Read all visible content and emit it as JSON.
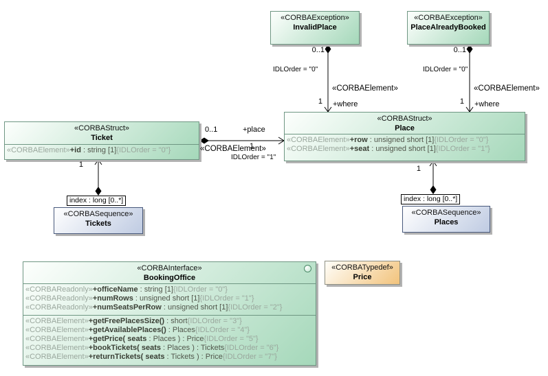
{
  "colors": {
    "class_fill_top": "#fdfffd",
    "class_fill_bottom": "#a5d8ba",
    "class_border": "#6e9682",
    "sequence_fill_bottom": "#bfcbe2",
    "sequence_border": "#47587b",
    "typedef_fill_bottom": "#f2c37c",
    "typedef_border": "#8f9083",
    "member_text": "#51564b",
    "stereotype_text": "#9aa79d",
    "shadow": "#b2b2b2"
  },
  "boxes": {
    "invalid_place": {
      "stereotype": "«CORBAException»",
      "name": "InvalidPlace"
    },
    "place_already_booked": {
      "stereotype": "«CORBAException»",
      "name": "PlaceAlreadyBooked"
    },
    "ticket": {
      "stereotype": "«CORBAStruct»",
      "name": "Ticket",
      "attributes": [
        {
          "st": "«CORBAElement»",
          "bold": "+id",
          "rest": " : string [1]",
          "tail": "{IDLOrder = \"0\"}"
        }
      ]
    },
    "place": {
      "stereotype": "«CORBAStruct»",
      "name": "Place",
      "attributes": [
        {
          "st": "«CORBAElement»",
          "bold": "+row",
          "rest": " : unsigned short [1]",
          "tail": "{IDLOrder = \"0\"}"
        },
        {
          "st": "«CORBAElement»",
          "bold": "+seat",
          "rest": " : unsigned short [1]",
          "tail": "{IDLOrder = \"1\"}"
        }
      ]
    },
    "tickets": {
      "stereotype": "«CORBASequence»",
      "name": "Tickets"
    },
    "places": {
      "stereotype": "«CORBASequence»",
      "name": "Places"
    },
    "booking_office": {
      "stereotype": "«CORBAInterface»",
      "name": "BookingOffice",
      "attributes": [
        {
          "st": "«CORBAReadonly»",
          "bold": "+officeName",
          "rest": " : string [1]",
          "tail": "{IDLOrder = \"0\"}"
        },
        {
          "st": "«CORBAReadonly»",
          "bold": "+numRows",
          "rest": " : unsigned short [1]",
          "tail": "{IDLOrder = \"1\"}"
        },
        {
          "st": "«CORBAReadonly»",
          "bold": "+numSeatsPerRow",
          "rest": " : unsigned short [1]",
          "tail": "{IDLOrder = \"2\"}"
        }
      ],
      "operations": [
        {
          "st": "«CORBAElement»",
          "bold": "+getFreePlacesSize()",
          "rest": " : short",
          "tail": "{IDLOrder = \"3\"}"
        },
        {
          "st": "«CORBAElement»",
          "bold": "+getAvailablePlaces()",
          "rest": " : Places",
          "tail": "{IDLOrder = \"4\"}"
        },
        {
          "st": "«CORBAElement»",
          "bold": "+getPrice( seats",
          "rest": " : Places ) : Price",
          "tail": "{IDLOrder = \"5\"}"
        },
        {
          "st": "«CORBAElement»",
          "bold": "+bookTickets( seats",
          "rest": " : Places ) : Tickets",
          "tail": "{IDLOrder = \"6\"}"
        },
        {
          "st": "«CORBAElement»",
          "bold": "+returnTickets( seats",
          "rest": " : Tickets ) : Price",
          "tail": "{IDLOrder = \"7\"}"
        }
      ]
    },
    "price": {
      "stereotype": "«CORBATypedef»",
      "name": "Price"
    }
  },
  "edges": {
    "invalid_place_where": {
      "mult_source": "0..1",
      "idl_order": "IDLOrder = \"0\"",
      "stereotype": "«CORBAElement»",
      "mult_target": "1",
      "role": "+where"
    },
    "booked_where": {
      "mult_source": "0..1",
      "idl_order": "IDLOrder = \"0\"",
      "stereotype": "«CORBAElement»",
      "mult_target": "1",
      "role": "+where"
    },
    "ticket_place": {
      "mult_source": "0..1",
      "role": "+place",
      "mult_target": "1",
      "stereotype": "«CORBAElement»",
      "idl_order": "IDLOrder = \"1\""
    },
    "ticket_tickets": {
      "mult": "1",
      "index_label": "index : long [0..*]"
    },
    "place_places": {
      "mult": "1",
      "index_label": "index : long [0..*]"
    }
  }
}
